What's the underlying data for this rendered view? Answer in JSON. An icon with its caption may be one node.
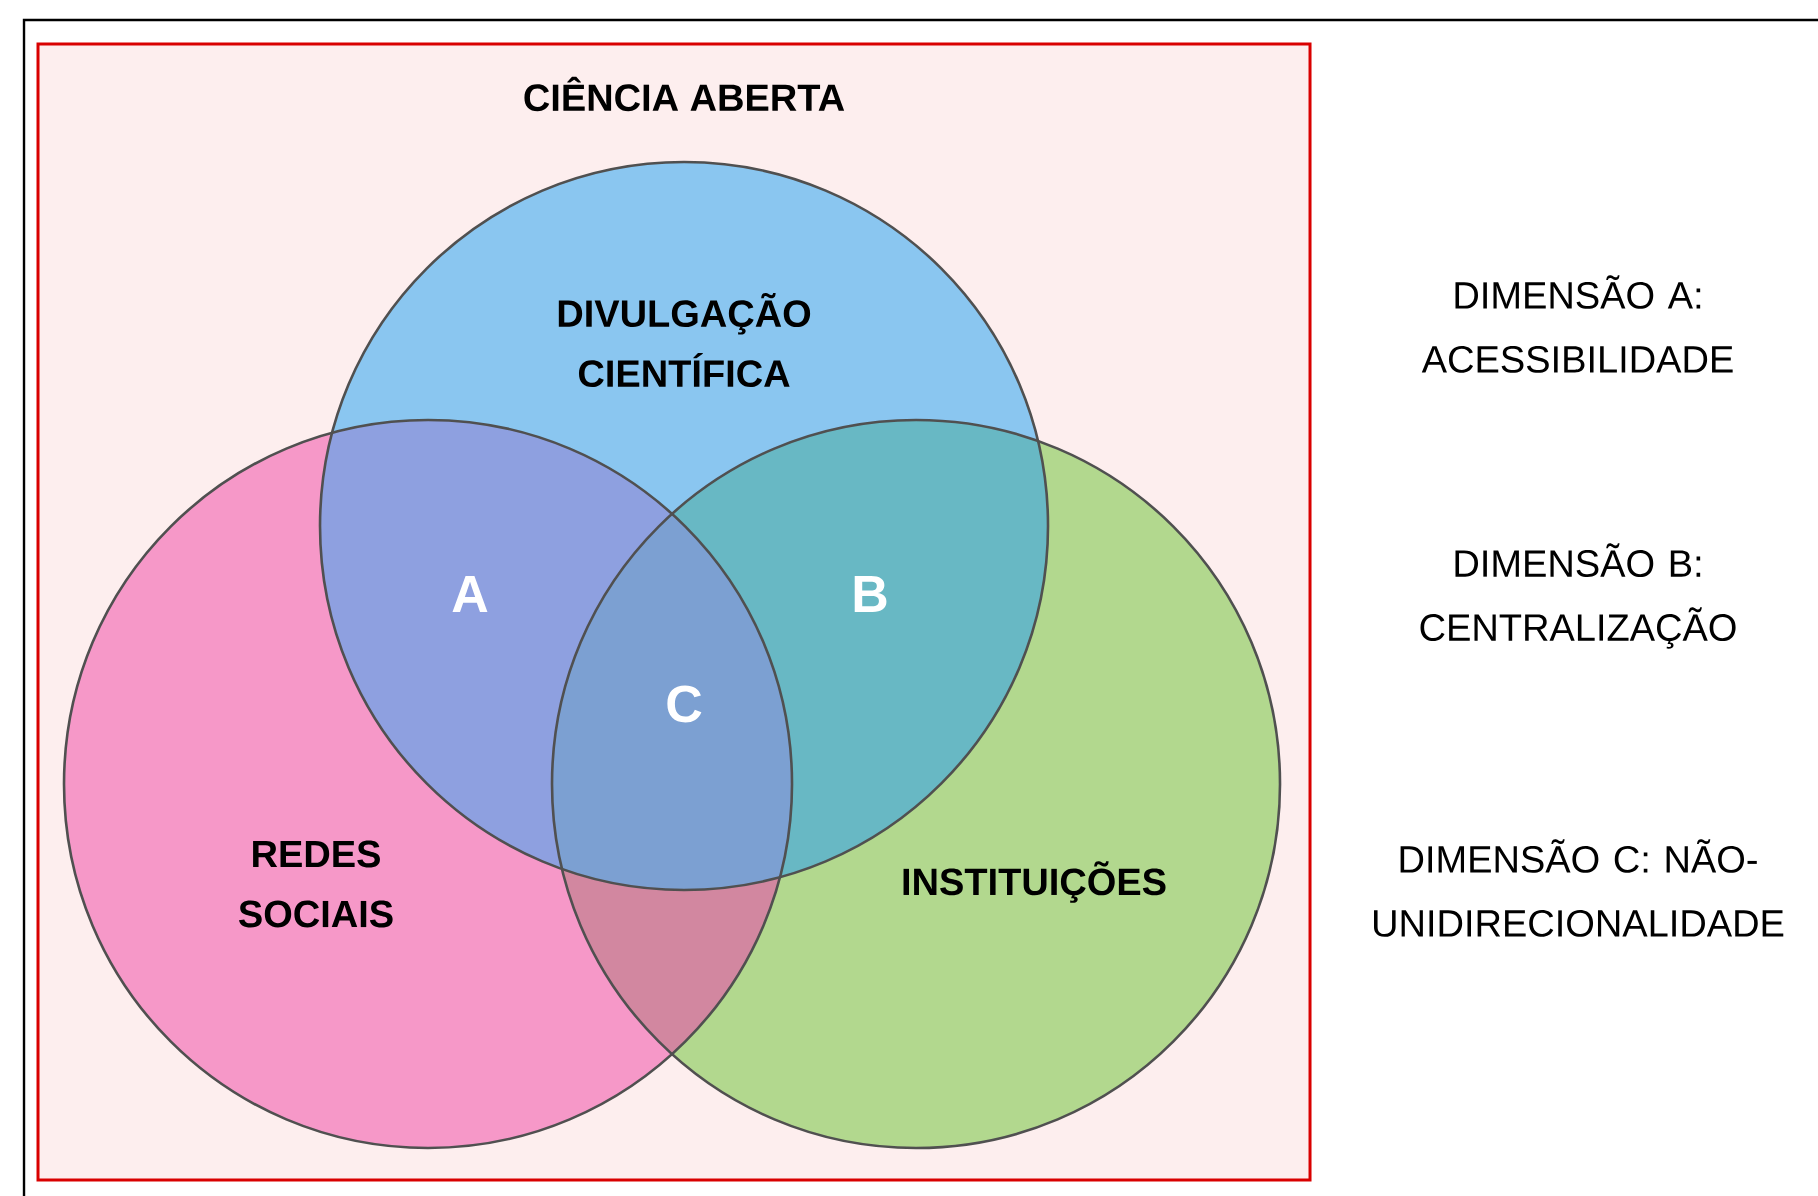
{
  "diagram": {
    "nodes": [
      {
        "text": [
          "CIÊNCIA ABERTA"
        ]
      },
      {
        "text": [
          "DIVULGAÇÃO CIENTÍFICA"
        ],
        "in": 0
      },
      {
        "text": [
          "REDES SOCIAIS"
        ],
        "in": 0
      },
      {
        "text": [
          "INSTITUIÇÕES"
        ],
        "in": 0
      }
    ],
    "labels": [
      "A",
      "B",
      "C",
      "DIMENSÃO A: ACESSIBILIDADE",
      "DIMENSÃO B: CENTRALIZAÇÃO",
      "DIMENSÃO C: NÃO-UNIDIRECIONALIDADE"
    ]
  }
}
